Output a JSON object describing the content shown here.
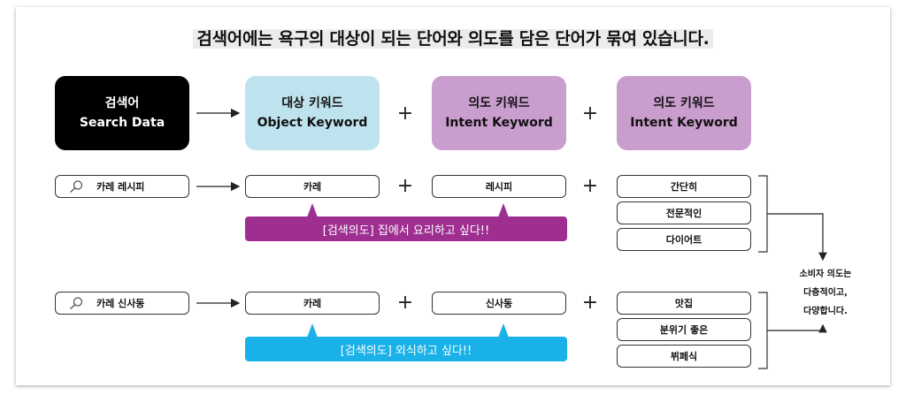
{
  "title": "검색어에는 욕구의 대상이 되는 단어와 의도를 담은 단어가 묶여 있습니다.",
  "header_row": {
    "search_line1": "검색어",
    "search_line2": "Search Data",
    "object_line1": "대상 키워드",
    "object_line2": "Object Keyword",
    "intent1_line1": "의도 키워드",
    "intent1_line2": "Intent Keyword",
    "intent2_line1": "의도 키워드",
    "intent2_line2": "Intent Keyword",
    "plus": "+"
  },
  "example1": {
    "query": "카레 레시피",
    "object": "카레",
    "intent": "레시피",
    "options": [
      "간단히",
      "전문적인",
      "다이어트"
    ],
    "banner": "[검색의도]   집에서 요리하고 싶다!!"
  },
  "example2": {
    "query": "카레 신사동",
    "object": "카레",
    "intent": "신사동",
    "options": [
      "맛집",
      "분위기 좋은",
      "뷔페식"
    ],
    "banner": "[검색의도] 외식하고 싶다!!"
  },
  "note": {
    "line1": "소비자 의도는",
    "line2": "다층적이고,",
    "line3": "다양합니다."
  },
  "colors": {
    "search_box": "#000000",
    "object_box": "#bfe3ee",
    "intent_box": "#c99dcd",
    "banner1": "#9e2f90",
    "banner2": "#1ab1e8"
  }
}
